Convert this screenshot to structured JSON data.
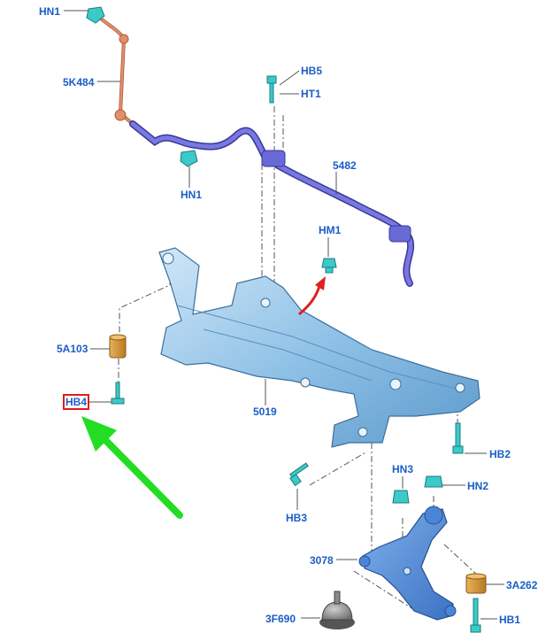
{
  "diagram": {
    "callouts": {
      "hn1_top": "HN1",
      "k484": "5K484",
      "hb5": "HB5",
      "ht1": "HT1",
      "hn1_mid": "HN1",
      "bar": "5482",
      "hm1": "HM1",
      "a103": "5A103",
      "hb4": "HB4",
      "frame": "5019",
      "hb2": "HB2",
      "hn3": "HN3",
      "hn2": "HN2",
      "hb3": "HB3",
      "arm": "3078",
      "a262": "3A262",
      "f690": "3F690",
      "hb1": "HB1"
    },
    "highlighted_callout": "HB4",
    "colors": {
      "callout_text": "#1a5ec6",
      "subframe": "#8fc1e6",
      "stabilizer_bar": "#6a6ad6",
      "link": "#e0906a",
      "fastener": "#3cc9c9",
      "bushing": "#d99a3c",
      "lower_arm": "#4a86d6",
      "highlight_box": "#e11b1b",
      "pointer_arrow": "#22dd22",
      "motion_arrow": "#e02020"
    }
  }
}
